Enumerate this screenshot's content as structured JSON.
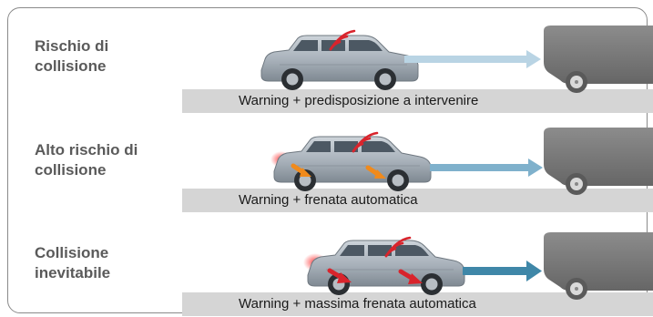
{
  "rows": [
    {
      "title_line1": "Rischio di",
      "title_line2": "collisione",
      "caption": "Warning + predisposizione a intervenire",
      "arrow_color": "#b9d4e4",
      "level": "low"
    },
    {
      "title_line1": "Alto rischio di",
      "title_line2": "collisione",
      "caption": "Warning + frenata automatica",
      "arrow_color": "#7fb1cc",
      "level": "high"
    },
    {
      "title_line1": "Collisione",
      "title_line2": "inevitabile",
      "caption": "Warning + massima frenata automatica",
      "arrow_color": "#3f87a8",
      "level": "critical"
    }
  ],
  "colors": {
    "car_body": "#aab3bb",
    "truck_body": "#7e7e7e",
    "warning_red": "#d9242c",
    "brake_orange": "#f08a1c"
  }
}
